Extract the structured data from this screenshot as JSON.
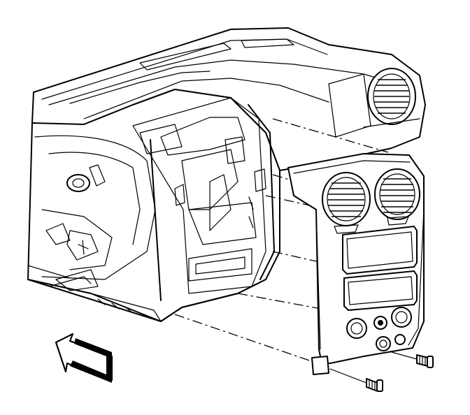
{
  "diagram": {
    "kind": "exploded-assembly-illustration",
    "subject": "instrument-panel-center-trim-bezel",
    "colors": {
      "line": "#000000",
      "background": "#ffffff"
    },
    "parts": [
      {
        "id": "instrument-panel",
        "icon": "dashboard-shell"
      },
      {
        "id": "center-bezel",
        "icon": "trim-plate"
      },
      {
        "id": "fastener-upper",
        "icon": "screw-icon"
      },
      {
        "id": "fastener-lower",
        "icon": "screw-icon"
      },
      {
        "id": "direction-arrow",
        "icon": "arrow-icon"
      }
    ]
  }
}
